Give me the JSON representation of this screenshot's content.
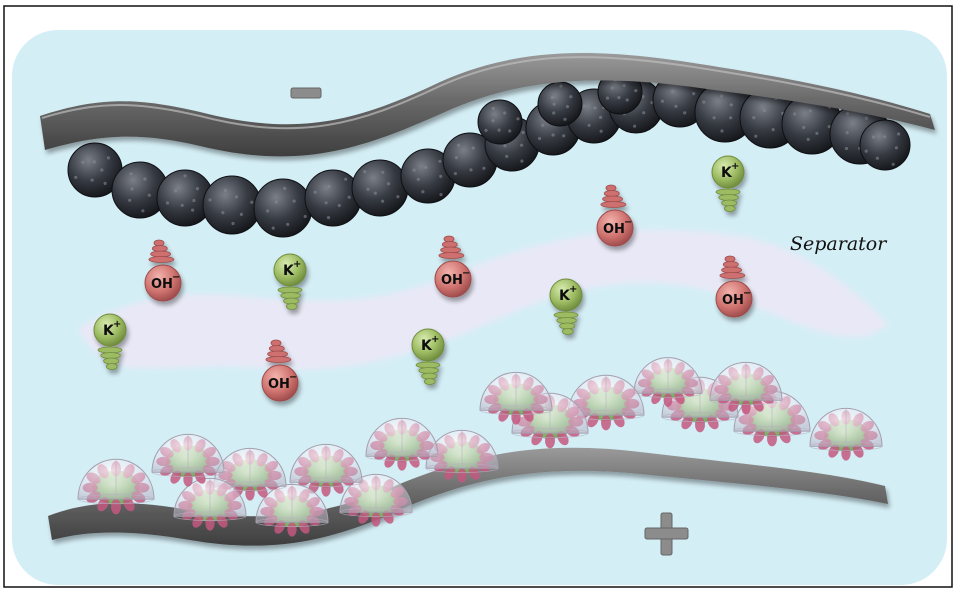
{
  "diagram": {
    "negative_symbol": "−",
    "positive_symbol": "+",
    "separator_label": "Separator",
    "ion_k": "K",
    "ion_k_charge": "+",
    "ion_oh": "OH",
    "ion_oh_charge": "−",
    "colors": {
      "electrolyte_bg": "#d4eef6",
      "electrode_gray": "#6b6b6b",
      "anode_spheres": "#2f3238",
      "separator": "#e4e2f3",
      "k_ion": "#9cbb62",
      "oh_ion": "#cf7070",
      "cathode_core": "#8fc27a",
      "cathode_petal": "#c3587f"
    }
  }
}
